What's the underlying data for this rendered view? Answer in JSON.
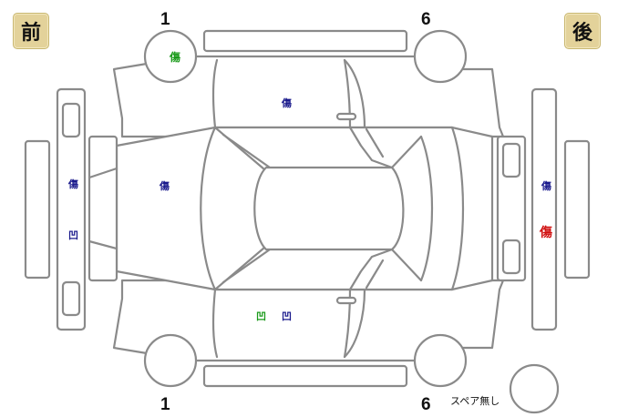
{
  "labels": {
    "front": "前",
    "rear": "後",
    "spare": "スペア無し"
  },
  "wheel_numbers": {
    "front_left": "1",
    "rear_left": "6",
    "front_right": "1",
    "rear_right": "6"
  },
  "damage_marks": [
    {
      "id": "front-left-wheel",
      "text": "傷",
      "color": "#1a9a1a"
    },
    {
      "id": "left-rear-door",
      "text": "傷",
      "color": "#1a1a8c"
    },
    {
      "id": "front-bumper-top",
      "text": "傷",
      "color": "#1a1a8c"
    },
    {
      "id": "front-bumper-dent",
      "text": "凹",
      "color": "#1a1a8c"
    },
    {
      "id": "hood",
      "text": "傷",
      "color": "#1a1a8c"
    },
    {
      "id": "right-front-door-dent",
      "text": "凹",
      "color": "#1a9a1a"
    },
    {
      "id": "right-rear-door-dent",
      "text": "凹",
      "color": "#1a1a8c"
    },
    {
      "id": "rear-bumper-top",
      "text": "傷",
      "color": "#1a1a8c"
    },
    {
      "id": "rear-bumper-lower",
      "text": "傷",
      "color": "#d01010"
    }
  ],
  "colors": {
    "outline": "#8a8a8a",
    "badge": "#e3d29a"
  }
}
